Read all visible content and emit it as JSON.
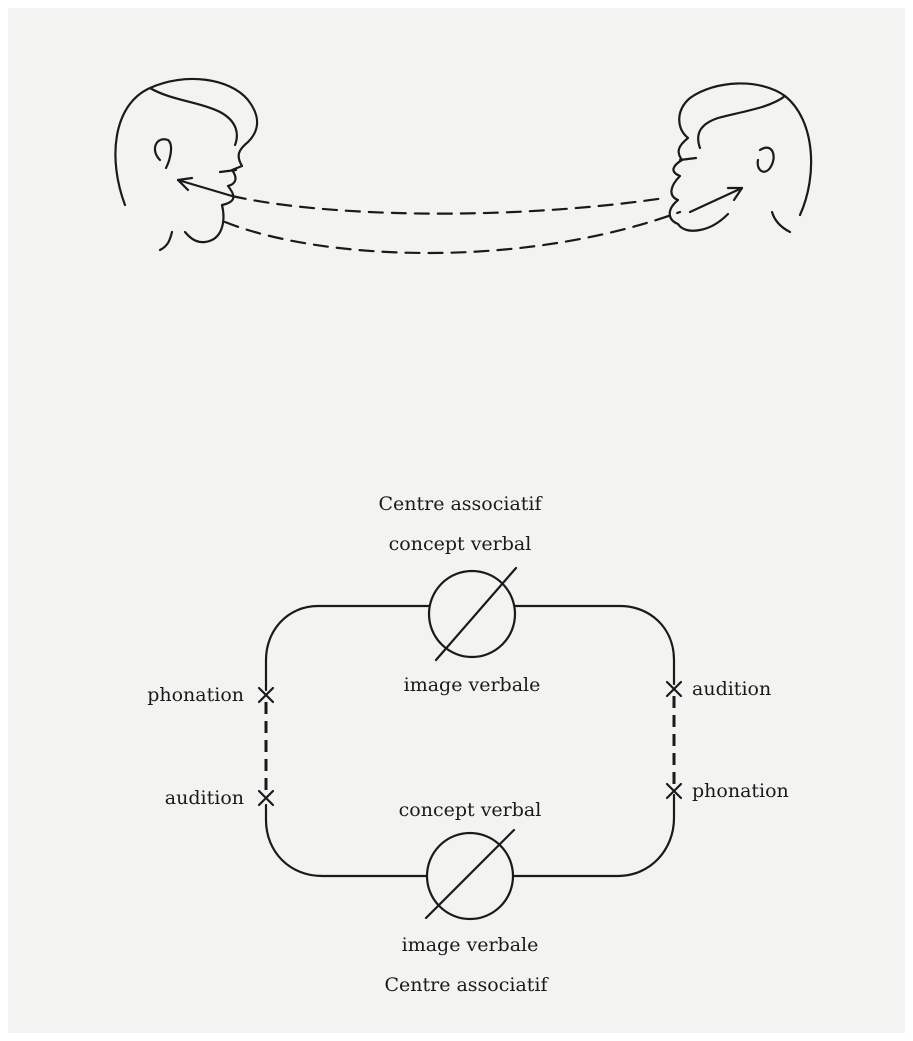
{
  "diagram": {
    "top_center": {
      "title": "Centre associatif",
      "concept": "concept verbal",
      "image": "image verbale"
    },
    "bottom_center": {
      "concept": "concept verbal",
      "image": "image verbale",
      "title": "Centre associatif"
    },
    "left": {
      "upper": "phonation",
      "lower": "audition"
    },
    "right": {
      "upper": "audition",
      "lower": "phonation"
    }
  }
}
